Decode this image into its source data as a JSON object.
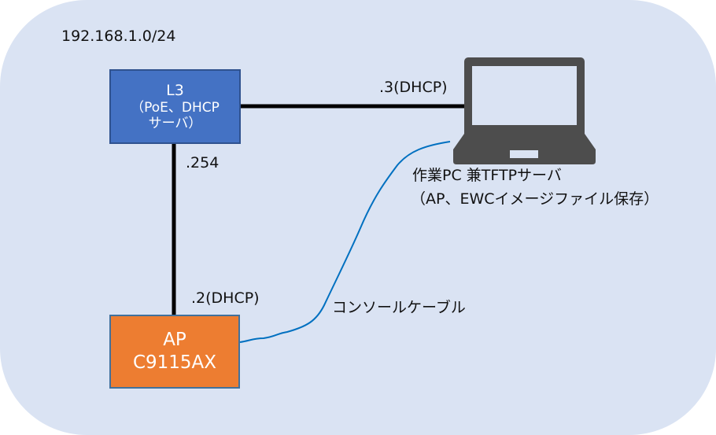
{
  "diagram": {
    "network": "192.168.1.0/24",
    "colors": {
      "background": "#dae3f3",
      "l3_fill": "#4472c4",
      "ap_fill": "#ed7d31",
      "laptop": "#4d4d4d",
      "wired_link": "#000000",
      "console_cable": "#0070c0"
    },
    "nodes": {
      "l3": {
        "title": "L3",
        "line2": "（PoE、DHCP",
        "line3": "サーバ）"
      },
      "ap": {
        "title": "AP",
        "model": "C9115AX"
      },
      "pc": {
        "icon": "laptop-icon",
        "line1": "作業PC 兼TFTPサーバ",
        "line2": "（AP、EWCイメージファイル保存）"
      }
    },
    "links": {
      "l3_pc": {
        "pc_address": ".3(DHCP)"
      },
      "l3_ap": {
        "l3_address": ".254",
        "ap_address": ".2(DHCP)"
      },
      "console": {
        "label": "コンソールケーブル"
      }
    }
  }
}
